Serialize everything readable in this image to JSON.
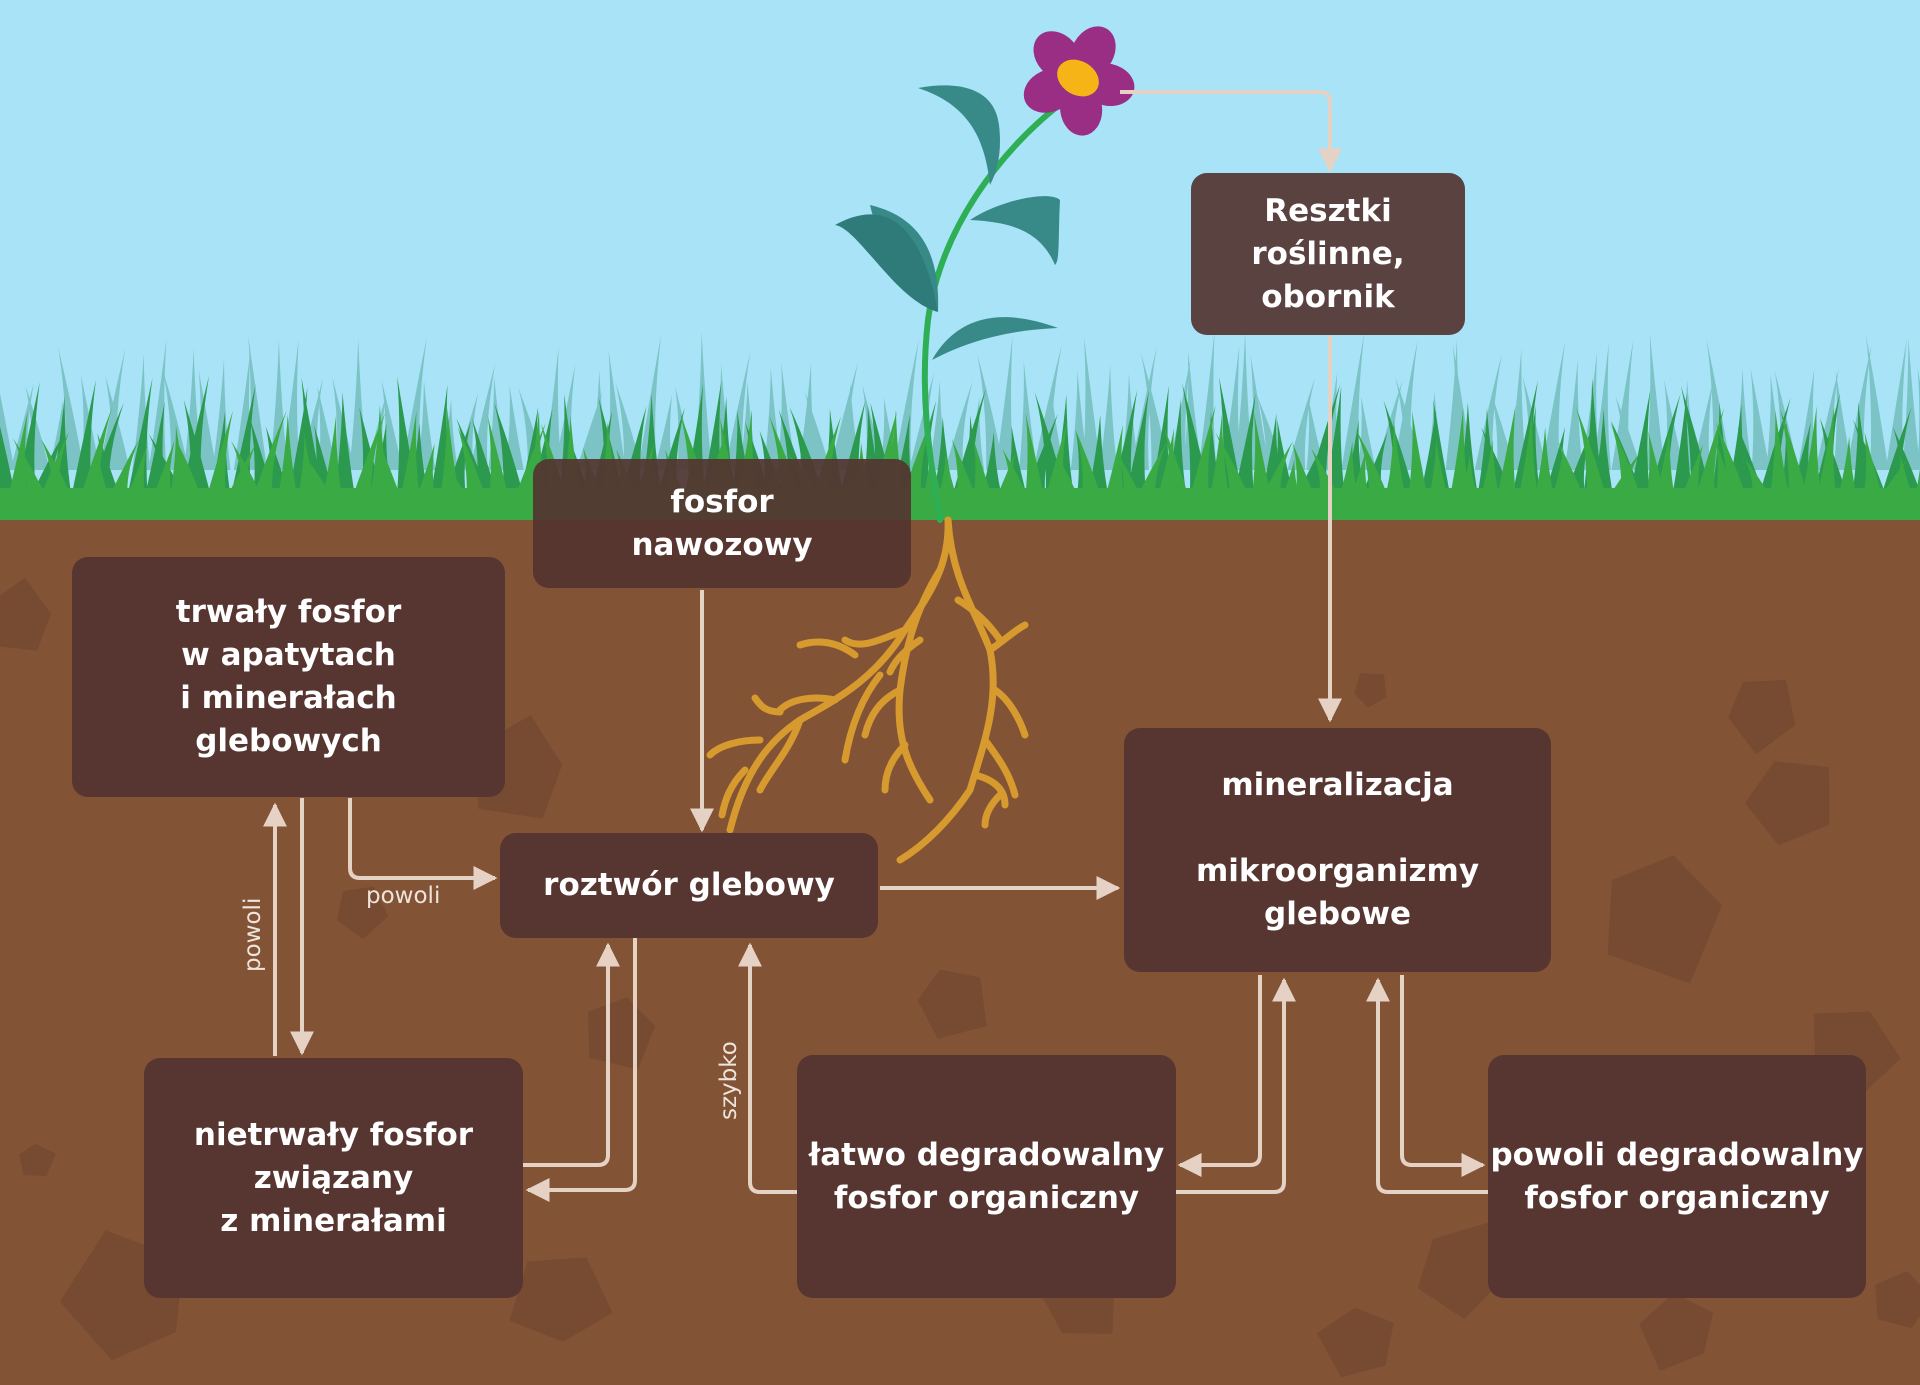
{
  "colors": {
    "sky": "#a9e3f8",
    "soil": "#825335",
    "grass": "#3aaa45",
    "box": "#573631",
    "arrow": "#e6d2c4",
    "root": "#d69a2f",
    "stem": "#2eae55",
    "leaf": "#378a88",
    "petal": "#9a2e84",
    "flower_center": "#f7b416"
  },
  "icons": [
    "flower-icon",
    "roots-icon",
    "grass-icon",
    "soil-stones-icon"
  ],
  "boxes": {
    "plant_residues": [
      "Resztki",
      "roślinne,",
      "obornik"
    ],
    "fertilizer_phosphorus": [
      "fosfor",
      "nawozowy"
    ],
    "stable_phosphorus": [
      "trwały fosfor",
      "w apatytach",
      "i minerałach",
      "glebowych"
    ],
    "soil_solution": [
      "roztwór glebowy"
    ],
    "mineralization": {
      "title": "mineralizacja",
      "subtitle": [
        "mikroorganizmy",
        "glebowe"
      ]
    },
    "labile_phosphorus": [
      "nietrwały fosfor",
      "związany",
      "z minerałami"
    ],
    "easily_degradable": [
      "łatwo degradowalny",
      "fosfor organiczny"
    ],
    "slowly_degradable": [
      "powoli degradowalny",
      "fosfor organiczny"
    ]
  },
  "flow_labels": {
    "stable_to_solution": "powoli",
    "stable_labile": "powoli",
    "easily_to_solution": "szybko"
  }
}
